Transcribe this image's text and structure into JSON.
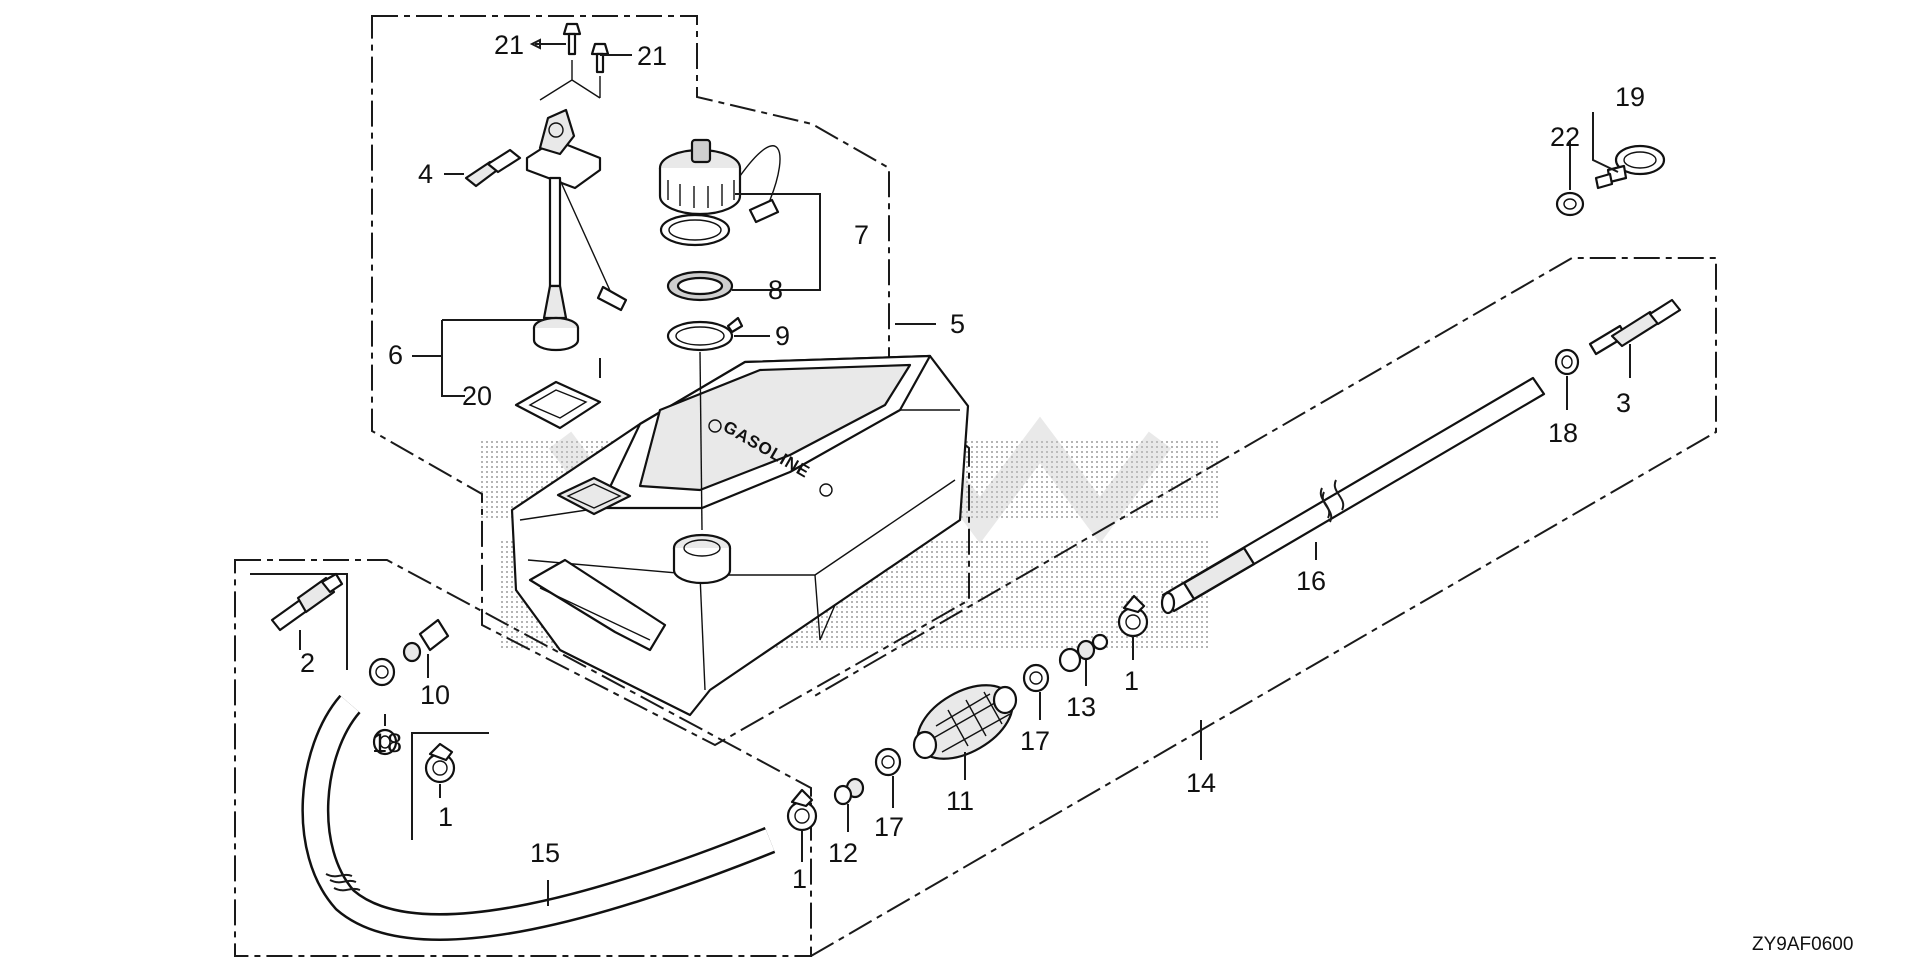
{
  "diagram_code": "ZY9AF0600",
  "tank_text": "GASOLINE",
  "callouts": {
    "p1a": "1",
    "p1b": "1",
    "p1c": "1",
    "p2": "2",
    "p3": "3",
    "p4": "4",
    "p5": "5",
    "p6": "6",
    "p7": "7",
    "p8": "8",
    "p9": "9",
    "p10": "10",
    "p11": "11",
    "p12": "12",
    "p13": "13",
    "p14": "14",
    "p15": "15",
    "p16": "16",
    "p17a": "17",
    "p17b": "17",
    "p18a": "18",
    "p18b": "18",
    "p19": "19",
    "p20": "20",
    "p21a": "21",
    "p21b": "21",
    "p22": "22"
  }
}
